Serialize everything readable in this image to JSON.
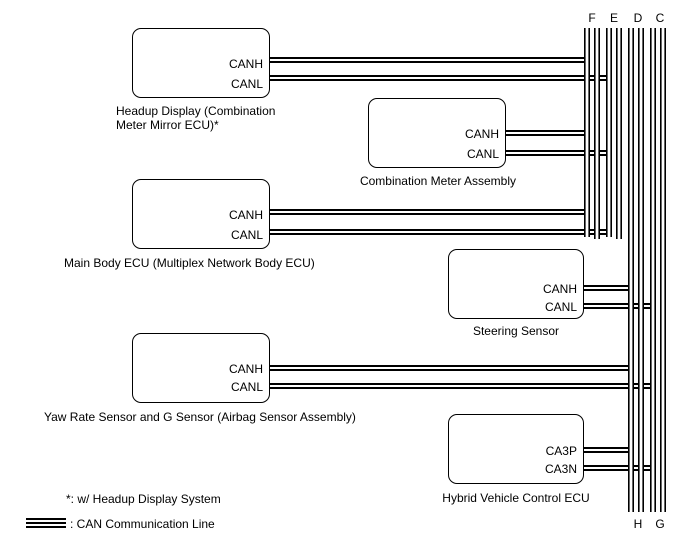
{
  "bus_labels": {
    "f": "F",
    "e": "E",
    "d": "D",
    "c": "C",
    "h": "H",
    "g": "G"
  },
  "components": {
    "headup_display": {
      "caption_line1": "Headup Display (Combination",
      "caption_line2": "Meter Mirror ECU)*",
      "pin_high": "CANH",
      "pin_low": "CANL"
    },
    "combination_meter": {
      "caption": "Combination Meter Assembly",
      "pin_high": "CANH",
      "pin_low": "CANL"
    },
    "main_body_ecu": {
      "caption": "Main Body ECU (Multiplex Network Body ECU)",
      "pin_high": "CANH",
      "pin_low": "CANL"
    },
    "steering_sensor": {
      "caption": "Steering Sensor",
      "pin_high": "CANH",
      "pin_low": "CANL"
    },
    "yaw_rate_sensor": {
      "caption": "Yaw Rate Sensor and G Sensor (Airbag Sensor Assembly)",
      "pin_high": "CANH",
      "pin_low": "CANL"
    },
    "hybrid_vehicle_ecu": {
      "caption": "Hybrid Vehicle Control ECU",
      "pin_high": "CA3P",
      "pin_low": "CA3N"
    }
  },
  "footnote": "*: w/ Headup Display System",
  "legend": {
    "label": ": CAN Communication Line"
  },
  "colors": {
    "line": "#000000",
    "background": "#ffffff"
  }
}
